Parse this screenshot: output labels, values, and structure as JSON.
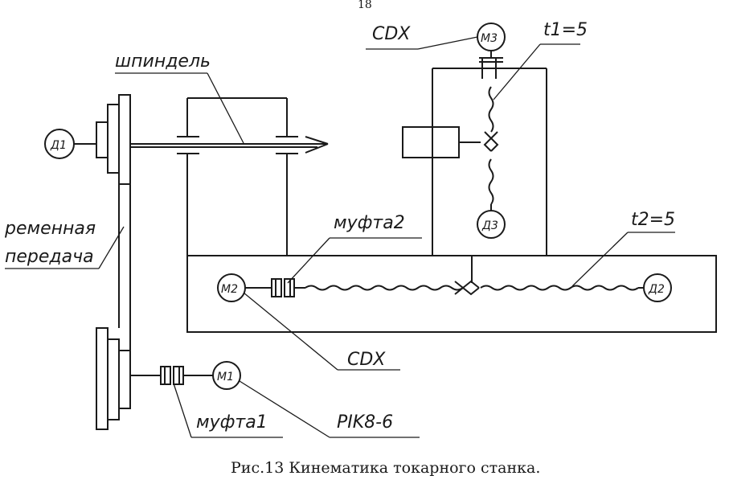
{
  "page_number": "18",
  "caption": "Рис.13 Кинематика токарного станка.",
  "labels": {
    "spindle": "шпиндель",
    "belt_line1": "ременная",
    "belt_line2": "передача",
    "coupling2": "муфта2",
    "coupling1": "муфта1",
    "cdx_top": "CDX",
    "cdx_bottom": "CDX",
    "t1": "t1=5",
    "t2": "t2=5",
    "motor_model": "PIK8-6"
  },
  "nodes": {
    "d1": "Д1",
    "d2": "Д2",
    "d3": "Д3",
    "m1": "M1",
    "m2": "M2",
    "m3": "M3"
  }
}
